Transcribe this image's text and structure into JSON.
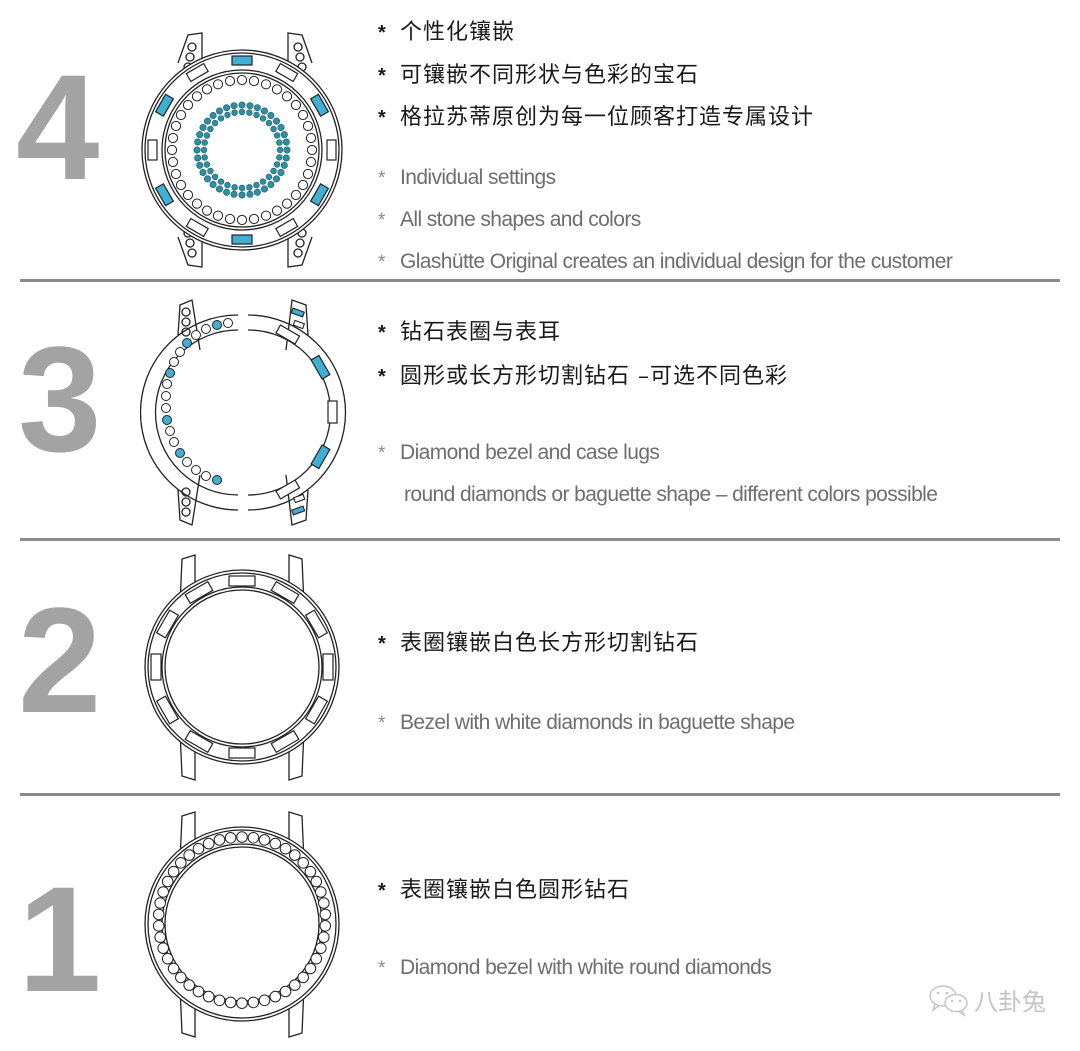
{
  "colors": {
    "numeral": "#a3a3a3",
    "separator": "#8a8a8a",
    "accent_blue": "#3fb0d3",
    "accent_teal": "#2e8fa3",
    "chinese_text": "#1a1a1a",
    "english_text": "#6e6e6e"
  },
  "sections": [
    {
      "level": "4",
      "zh": [
        "个性化镶嵌",
        "可镶嵌不同形状与色彩的宝石",
        "格拉苏蒂原创为每一位顾客打造专属设计"
      ],
      "en": [
        "Individual settings",
        "All stone shapes and colors",
        "Glashütte Original creates an individual design for the customer"
      ],
      "bullet": "*"
    },
    {
      "level": "3",
      "zh": [
        "钻石表圈与表耳",
        "圆形或长方形切割钻石 –可选不同色彩"
      ],
      "en": [
        "Diamond bezel and case lugs",
        "round diamonds or baguette shape – different colors possible"
      ],
      "bullet": "*"
    },
    {
      "level": "2",
      "zh": [
        "表圈镶嵌白色长方形切割钻石"
      ],
      "en": [
        "Bezel with white diamonds in baguette shape"
      ],
      "bullet": "*"
    },
    {
      "level": "1",
      "zh": [
        "表圈镶嵌白色圆形钻石"
      ],
      "en": [
        "Diamond bezel with white round diamonds"
      ],
      "bullet": "*"
    }
  ],
  "watermark": {
    "icon": "wechat-icon",
    "text": "八卦兔"
  }
}
